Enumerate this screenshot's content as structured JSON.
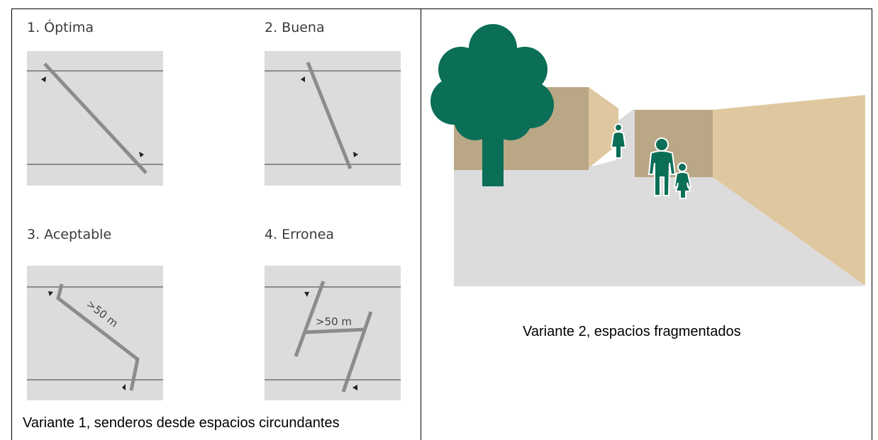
{
  "left_panel": {
    "diagrams": [
      {
        "label": "1. Óptima"
      },
      {
        "label": "2. Buena"
      },
      {
        "label": "3. Aceptable",
        "distance_label": ">50 m"
      },
      {
        "label": "4. Erronea",
        "distance_label": ">50 m"
      }
    ],
    "caption": "Variante 1, senderos desde espacios circundantes"
  },
  "right_panel": {
    "caption": "Variante 2, espacios fragmentados"
  },
  "colors": {
    "box_background": "#dcdcdc",
    "path": "#8c8c8c",
    "tree": "#0b6e57",
    "building_dark": "#b9a785",
    "building_light": "#dfc89f",
    "ground": "#dcdcdc"
  }
}
